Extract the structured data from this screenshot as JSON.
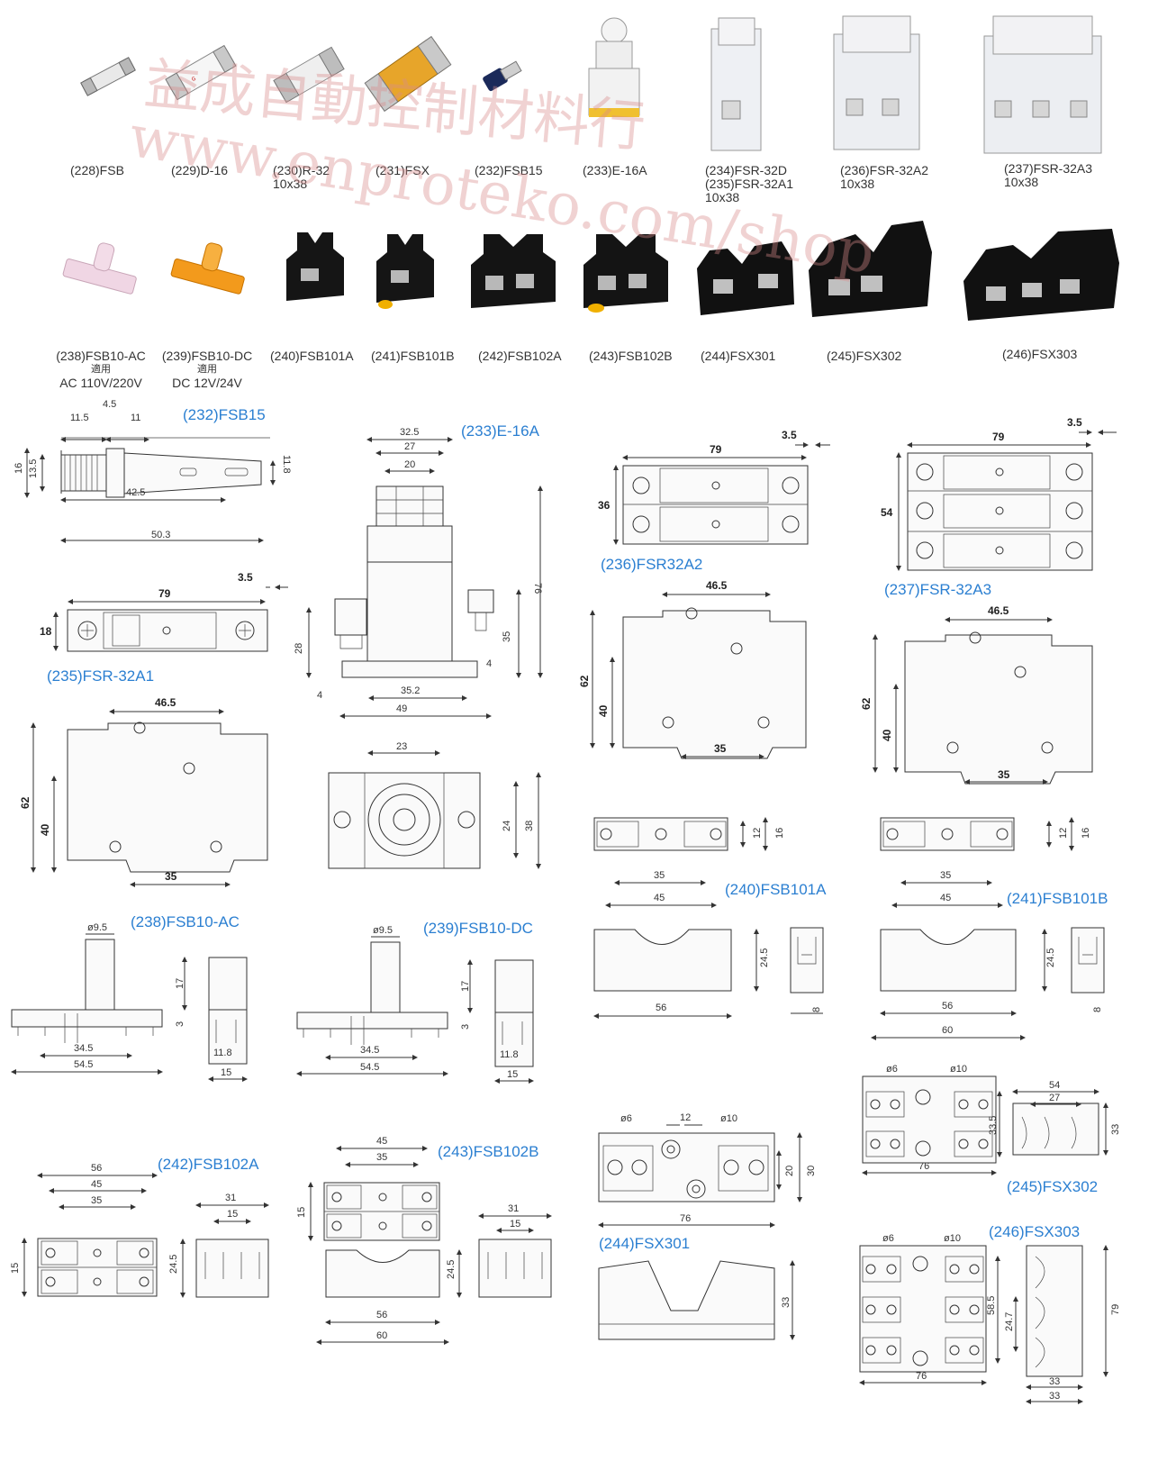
{
  "watermark": {
    "line1": "益成自動控制材料行",
    "line2": "www.enproteko.com/shop"
  },
  "products_row1": [
    {
      "label": "(228)FSB"
    },
    {
      "label": "(229)D-16"
    },
    {
      "label": "(230)R-32",
      "sub": "10x38"
    },
    {
      "label": "(231)FSX"
    },
    {
      "label": "(232)FSB15"
    },
    {
      "label": "(233)E-16A"
    },
    {
      "label": "(234)FSR-32D",
      "label2": "(235)FSR-32A1",
      "sub": "10x38"
    },
    {
      "label": "(236)FSR-32A2",
      "sub": "10x38"
    },
    {
      "label": "(237)FSR-32A3",
      "sub": "10x38"
    }
  ],
  "products_row2": [
    {
      "label": "(238)FSB10-AC",
      "sub": "適用",
      "sub2": "AC 110V/220V"
    },
    {
      "label": "(239)FSB10-DC",
      "sub": "適用",
      "sub2": "DC 12V/24V"
    },
    {
      "label": "(240)FSB101A"
    },
    {
      "label": "(241)FSB101B"
    },
    {
      "label": "(242)FSB102A"
    },
    {
      "label": "(243)FSB102B"
    },
    {
      "label": "(244)FSX301"
    },
    {
      "label": "(245)FSX302"
    },
    {
      "label": "(246)FSX303"
    }
  ],
  "drawings": {
    "fsb15": {
      "title": "(232)FSB15",
      "d": [
        "4.5",
        "11.5",
        "11",
        "16",
        "13.5",
        "11.8",
        "42.5",
        "50.3"
      ]
    },
    "e16a": {
      "title": "(233)E-16A",
      "d": [
        "32.5",
        "27",
        "20",
        "76",
        "35",
        "28",
        "4",
        "4",
        "35.2",
        "49"
      ]
    },
    "e16a_top": {
      "d": [
        "23",
        "24",
        "38"
      ]
    },
    "fsr32a1": {
      "title": "(235)FSR-32A1",
      "d": [
        "79",
        "3.5",
        "18"
      ]
    },
    "fsr32a1_side": {
      "d": [
        "46.5",
        "62",
        "40",
        "35"
      ]
    },
    "fsr32a2": {
      "title": "(236)FSR32A2",
      "d": [
        "79",
        "3.5",
        "36"
      ]
    },
    "fsr32a2_side": {
      "d": [
        "46.5",
        "62",
        "40",
        "35"
      ]
    },
    "fsr32a3": {
      "title": "(237)FSR-32A3",
      "d": [
        "79",
        "3.5",
        "54"
      ]
    },
    "fsr32a3_side": {
      "d": [
        "46.5",
        "62",
        "40",
        "35"
      ]
    },
    "fsb101a": {
      "title": "(240)FSB101A",
      "d": [
        "35",
        "45",
        "12",
        "16",
        "24.5",
        "56",
        "8"
      ]
    },
    "fsb101b": {
      "title": "(241)FSB101B",
      "d": [
        "35",
        "45",
        "12",
        "16",
        "24.5",
        "56",
        "60",
        "8"
      ]
    },
    "fsb10ac": {
      "title": "(238)FSB10-AC",
      "d": [
        "ø9.5",
        "17",
        "3",
        "34.5",
        "54.5",
        "11.8",
        "15"
      ]
    },
    "fsb10dc": {
      "title": "(239)FSB10-DC",
      "d": [
        "ø9.5",
        "17",
        "3",
        "34.5",
        "54.5",
        "11.8",
        "15"
      ]
    },
    "fsb102a": {
      "title": "(242)FSB102A",
      "d": [
        "56",
        "45",
        "35",
        "15",
        "24.5",
        "31",
        "15"
      ]
    },
    "fsb102b": {
      "title": "(243)FSB102B",
      "d": [
        "45",
        "35",
        "15",
        "24.5",
        "56",
        "60",
        "31",
        "15"
      ]
    },
    "fsx301": {
      "title": "(244)FSX301",
      "d": [
        "ø6",
        "12",
        "ø10",
        "20",
        "30",
        "76",
        "33"
      ]
    },
    "fsx302": {
      "title": "(245)FSX302",
      "d": [
        "ø6",
        "ø10",
        "33.5",
        "76",
        "54",
        "27",
        "33"
      ]
    },
    "fsx303": {
      "title": "(246)FSX303",
      "d": [
        "ø6",
        "ø10",
        "58.5",
        "76",
        "24.7",
        "79",
        "33",
        "33"
      ]
    }
  }
}
